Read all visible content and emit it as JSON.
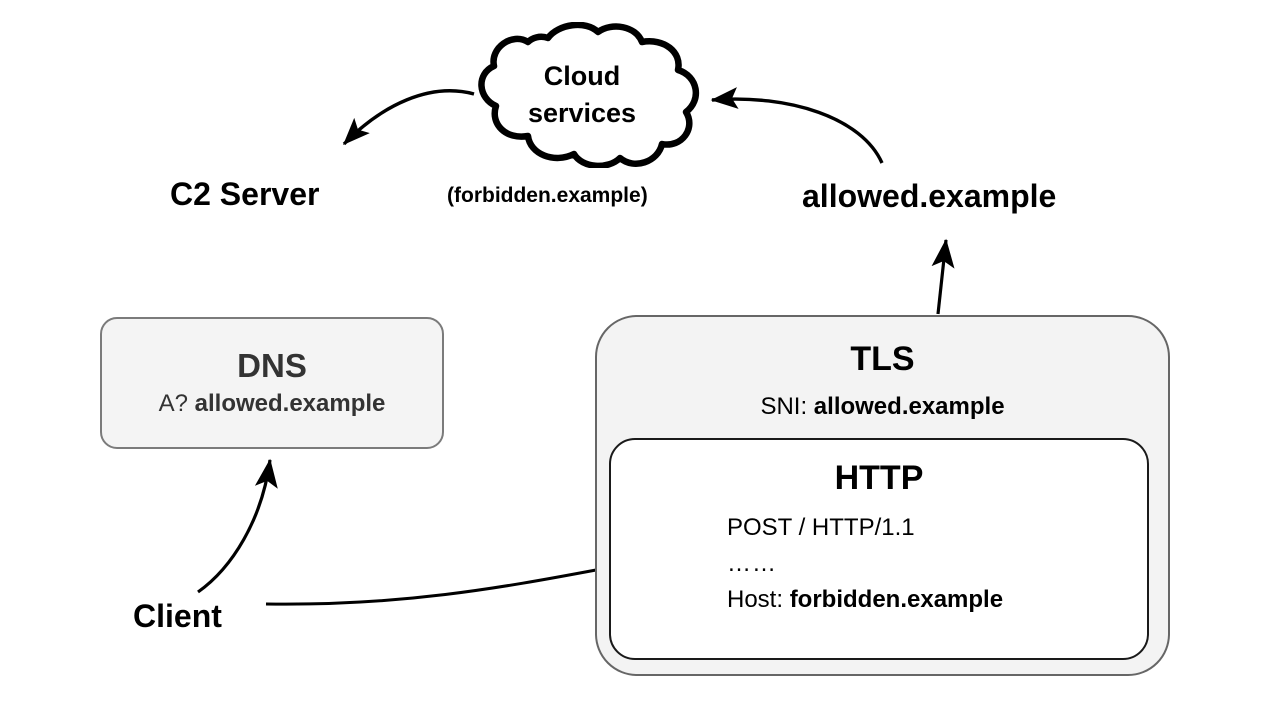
{
  "diagram": {
    "cloud": {
      "line1": "Cloud",
      "line2": "services"
    },
    "labels": {
      "c2_server": "C2 Server",
      "forbidden_domain": "(forbidden.example)",
      "allowed_domain": "allowed.example",
      "client": "Client"
    },
    "dns_box": {
      "title": "DNS",
      "query_prefix": "A? ",
      "query_domain": "allowed.example"
    },
    "tls_box": {
      "title": "TLS",
      "sni_prefix": "SNI: ",
      "sni_domain": "allowed.example"
    },
    "http_box": {
      "title": "HTTP",
      "request_line": "POST / HTTP/1.1",
      "elided": "……",
      "host_prefix": "Host: ",
      "host_domain": "forbidden.example"
    },
    "arrows": {
      "cloud_to_c2": "cloud-to-c2-server-arrow",
      "allowed_to_cloud": "allowed-domain-to-cloud-arrow",
      "tls_to_allowed": "tls-to-allowed-domain-arrow",
      "client_to_dns": "client-to-dns-arrow",
      "client_to_tls": "client-to-tls-connector"
    },
    "colors": {
      "background": "#ffffff",
      "stroke": "#000000",
      "box_fill_gray": "#f3f3f3",
      "box_border_gray": "#666666",
      "box_border_dark": "#1a1a1a",
      "text_gray": "#333333"
    }
  }
}
